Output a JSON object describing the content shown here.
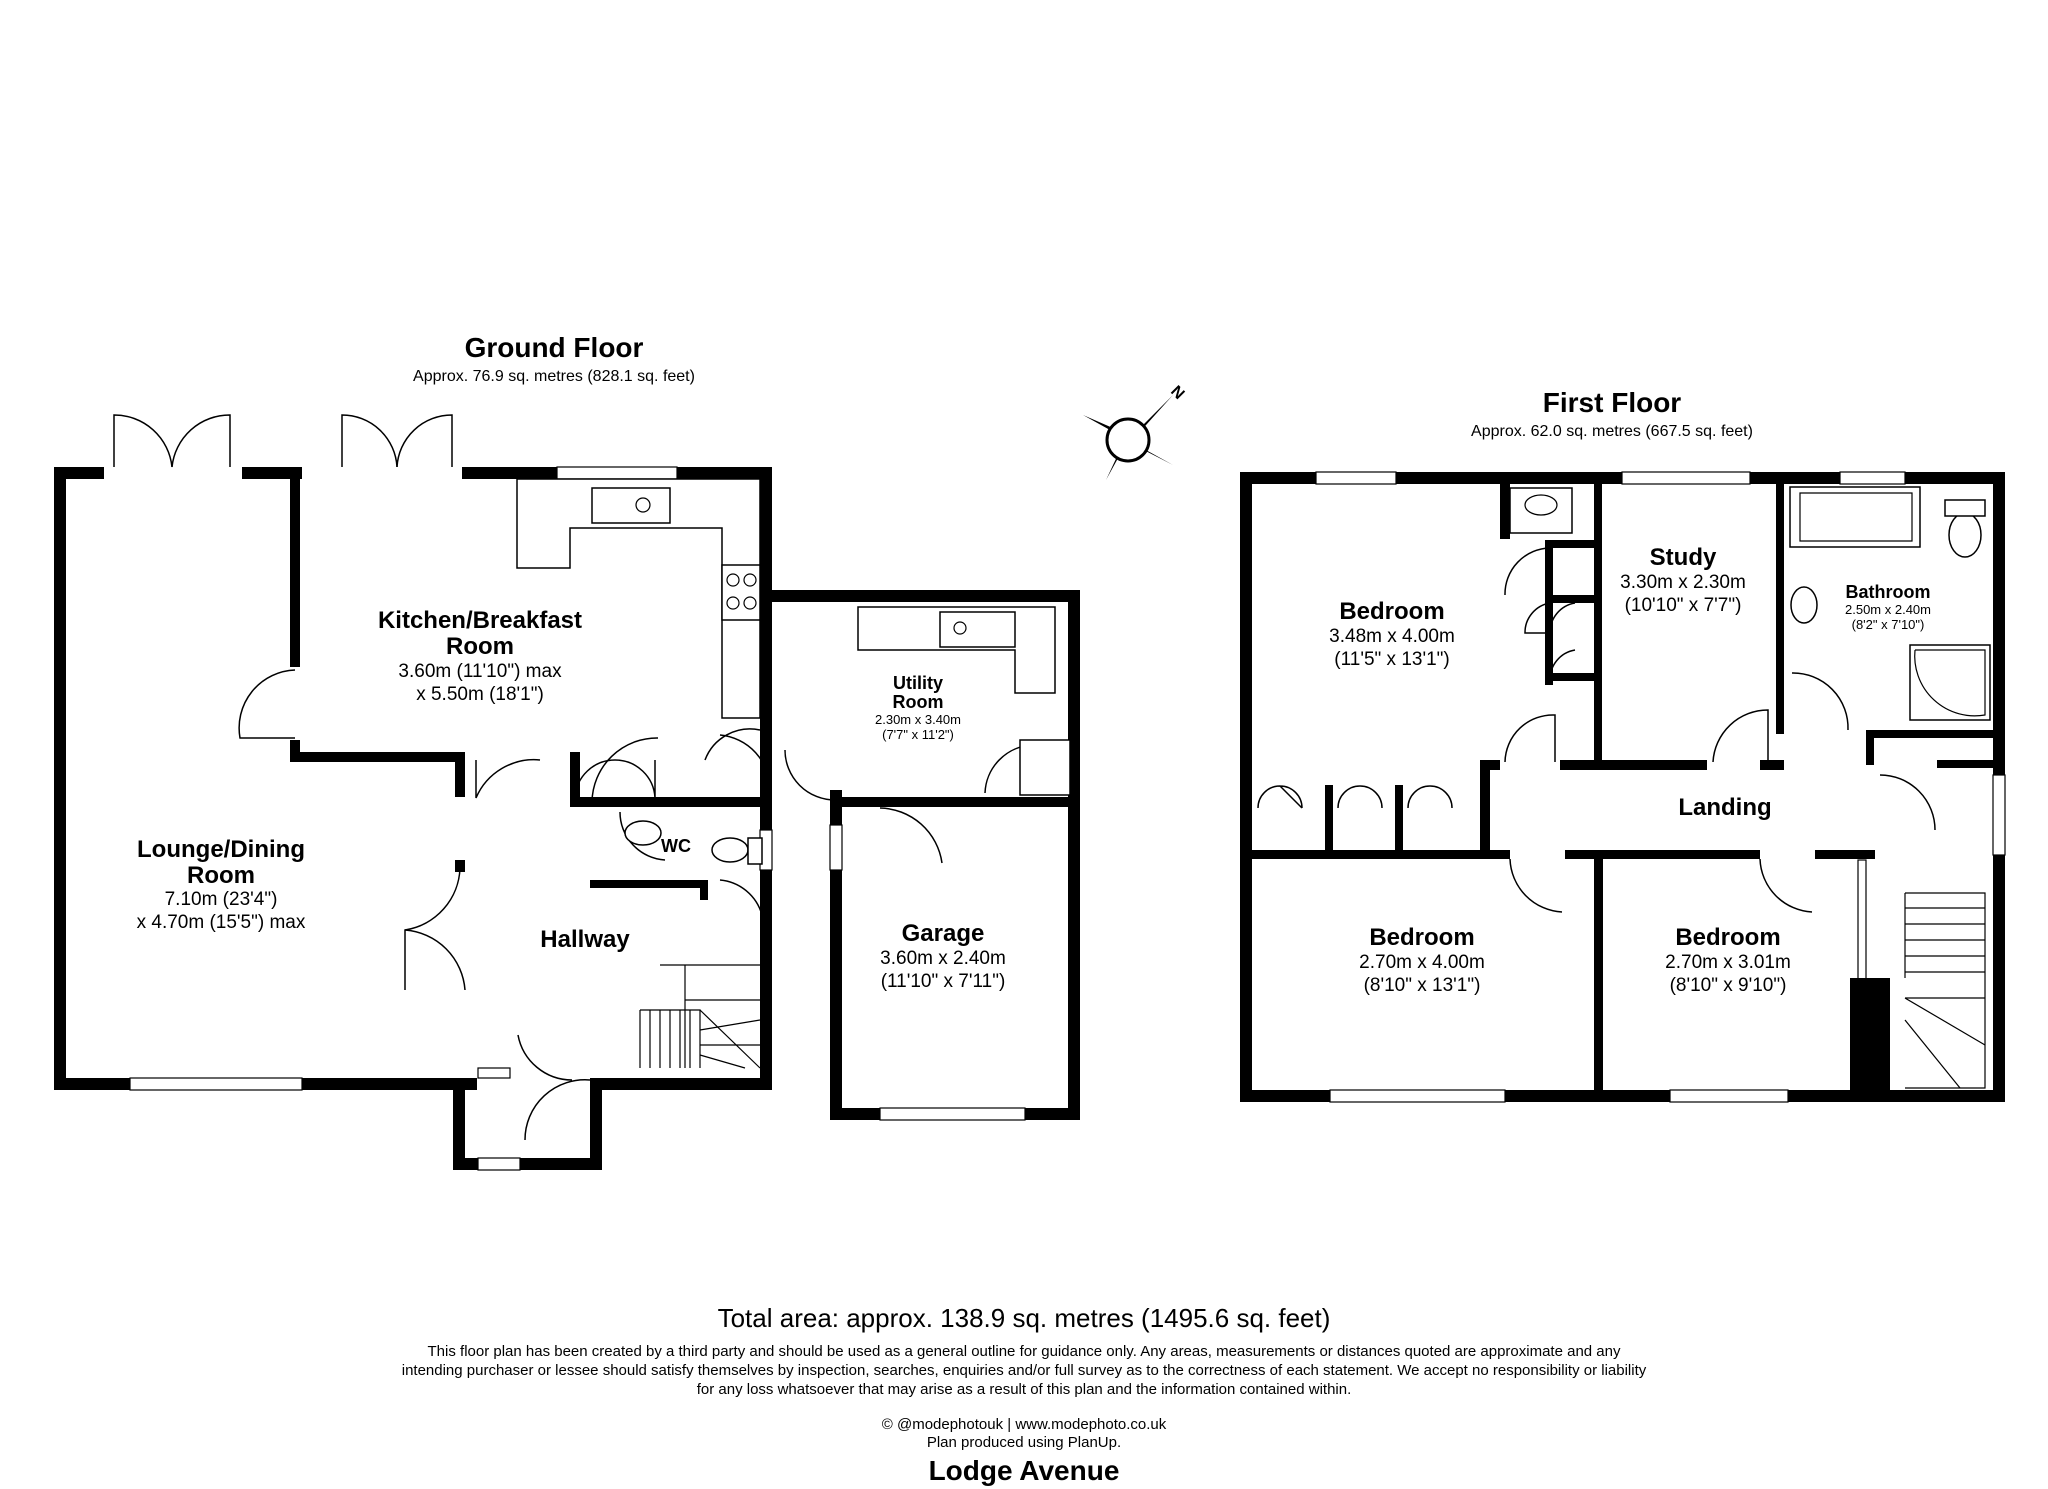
{
  "ground_floor": {
    "title": "Ground Floor",
    "area": "Approx. 76.9 sq. metres (828.1 sq. feet)",
    "rooms": {
      "lounge": {
        "name_1": "Lounge/Dining",
        "name_2": "Room",
        "dim_1": "7.10m (23'4\")",
        "dim_2": "x 4.70m (15'5\") max"
      },
      "kitchen": {
        "name_1": "Kitchen/Breakfast",
        "name_2": "Room",
        "dim_1": "3.60m (11'10\") max",
        "dim_2": "x 5.50m (18'1\")"
      },
      "utility": {
        "name_1": "Utility",
        "name_2": "Room",
        "dim_1": "2.30m x 3.40m",
        "dim_2": "(7'7\" x 11'2\")"
      },
      "wc": {
        "name": "WC"
      },
      "hallway": {
        "name": "Hallway"
      },
      "garage": {
        "name": "Garage",
        "dim_1": "3.60m x 2.40m",
        "dim_2": "(11'10\" x 7'11\")"
      }
    }
  },
  "first_floor": {
    "title": "First Floor",
    "area": "Approx. 62.0 sq. metres (667.5 sq. feet)",
    "rooms": {
      "bedroom_1": {
        "name": "Bedroom",
        "dim_1": "3.48m x 4.00m",
        "dim_2": "(11'5\" x 13'1\")"
      },
      "study": {
        "name": "Study",
        "dim_1": "3.30m x 2.30m",
        "dim_2": "(10'10\" x 7'7\")"
      },
      "bathroom": {
        "name": "Bathroom",
        "dim_1": "2.50m x 2.40m",
        "dim_2": "(8'2\" x 7'10\")"
      },
      "landing": {
        "name": "Landing"
      },
      "bedroom_2": {
        "name": "Bedroom",
        "dim_1": "2.70m x 4.00m",
        "dim_2": "(8'10\" x 13'1\")"
      },
      "bedroom_3": {
        "name": "Bedroom",
        "dim_1": "2.70m x 3.01m",
        "dim_2": "(8'10\" x 9'10\")"
      }
    }
  },
  "compass": {
    "label": "N"
  },
  "total_area": "Total area: approx. 138.9 sq. metres (1495.6 sq. feet)",
  "disclaimer": [
    "This floor plan has been created by a third party and should be used as a general outline for guidance only. Any areas, measurements or distances quoted are approximate and any",
    "intending purchaser or lessee should satisfy themselves by inspection, searches, enquiries and/or full survey as to the correctness of each statement. We accept no responsibility or liability",
    "for any loss whatsoever that may arise as a result of this plan and the information contained within."
  ],
  "credit": "© @modephotouk | www.modephoto.co.uk",
  "produced_by": "Plan produced using PlanUp.",
  "address": "Lodge Avenue"
}
